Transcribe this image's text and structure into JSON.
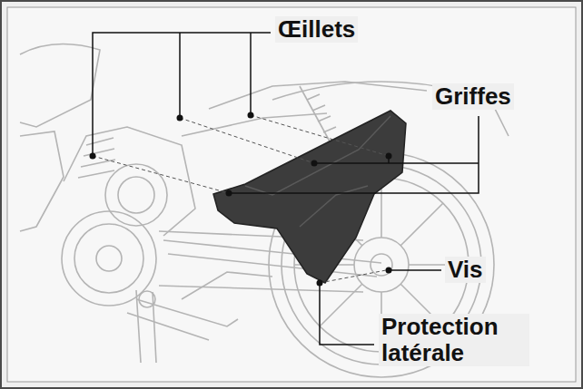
{
  "diagram": {
    "labels": [
      "Œillets",
      "Griffes",
      "Vis",
      "Protection latérale"
    ]
  }
}
